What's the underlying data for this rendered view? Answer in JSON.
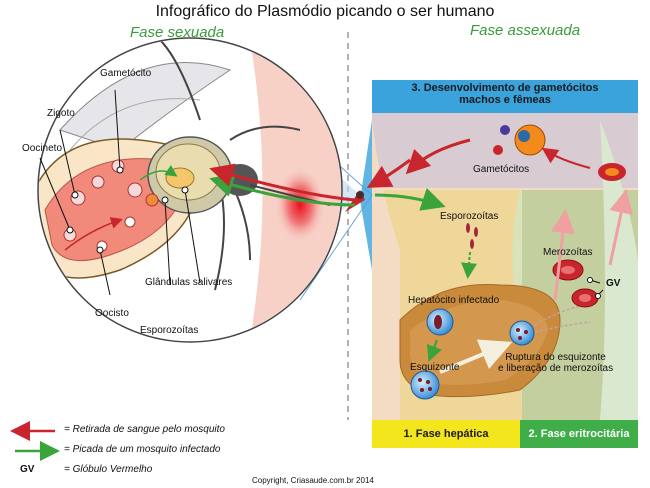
{
  "title": "Infográfico do Plasmódio picando o ser humano",
  "phases": {
    "sexual": "Fase sexuada",
    "asexual": "Fase  assexuada"
  },
  "mosquito_labels": {
    "gametocito": "Gametócito",
    "zigoto": "Zigoto",
    "oocineto": "Oocineto",
    "glandulas": "Glândulas salivares",
    "oocisto": "Oocisto",
    "esporozoitas": "Esporozoítas"
  },
  "body_labels": {
    "banner_line1": "3. Desenvolvimento de gametócitos",
    "banner_line2": "machos e fêmeas",
    "gametocitos": "Gametócitos",
    "esporozoitas": "Esporozoítas",
    "hepatocito": "Hepatócito infectado",
    "esquizonte": "Esquizonte",
    "merozoitas": "Merozoítas",
    "gv": "GV",
    "ruptura_line1": "Ruptura do esquizonte",
    "ruptura_line2": "e liberação de merozoítas",
    "fase_hepatica": "1. Fase hepática",
    "fase_eritrocitaria": "2. Fase eritrocitária"
  },
  "legend": {
    "red_arrow": "= Retirada de sangue pelo mosquito",
    "green_arrow": "= Picada de um mosquito infectado",
    "gv_key": "GV",
    "gv_text": "= Glóbulo Vermelho"
  },
  "copyright": "Copyright, Criasaude.com.br 2014",
  "colors": {
    "phase_green": "#3a9b3a",
    "banner_blue": "#3aa3dc",
    "hepatic_yellow": "#f4e61c",
    "erythro_green": "#3fae49",
    "arrow_red": "#c8262c",
    "arrow_green": "#3aa33a",
    "skin": "#f3dcc3"
  }
}
